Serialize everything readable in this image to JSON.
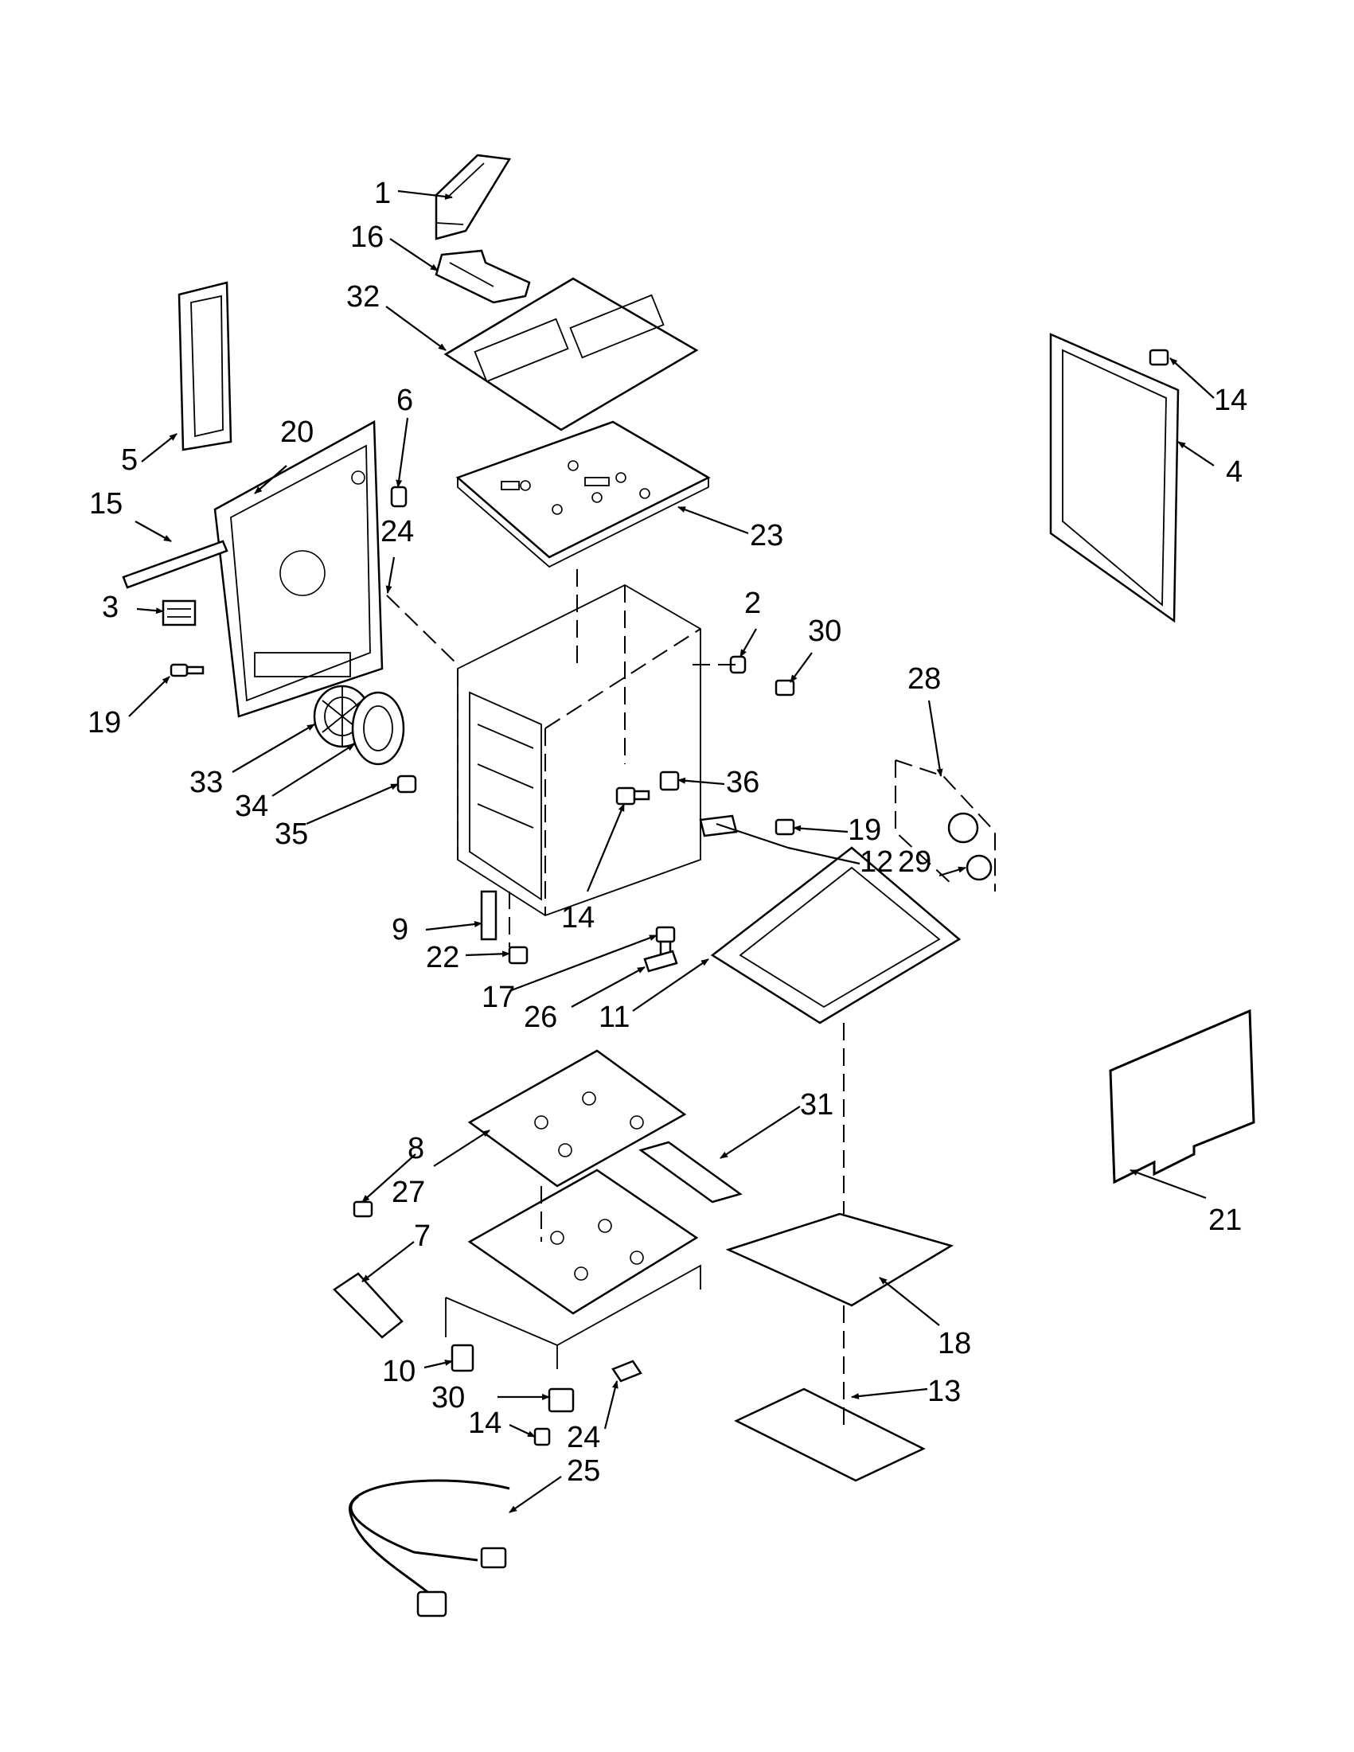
{
  "callouts": {
    "c1": "1",
    "c16": "16",
    "c32": "32",
    "c6": "6",
    "c5": "5",
    "c20": "20",
    "c15": "15",
    "c24a": "24",
    "c23": "23",
    "c3": "3",
    "c2": "2",
    "c30a": "30",
    "c19a": "19",
    "c14a": "14",
    "c4": "4",
    "c28": "28",
    "c33": "33",
    "c36": "36",
    "c34": "34",
    "c35": "35",
    "c19b": "19",
    "c29": "29",
    "c12": "12",
    "c14b": "14",
    "c9": "9",
    "c22": "22",
    "c17": "17",
    "c26": "26",
    "c11": "11",
    "c31": "31",
    "c8": "8",
    "c27": "27",
    "c7": "7",
    "c21": "21",
    "c18": "18",
    "c10": "10",
    "c13": "13",
    "c30b": "30",
    "c14c": "14",
    "c24b": "24",
    "c25": "25"
  }
}
